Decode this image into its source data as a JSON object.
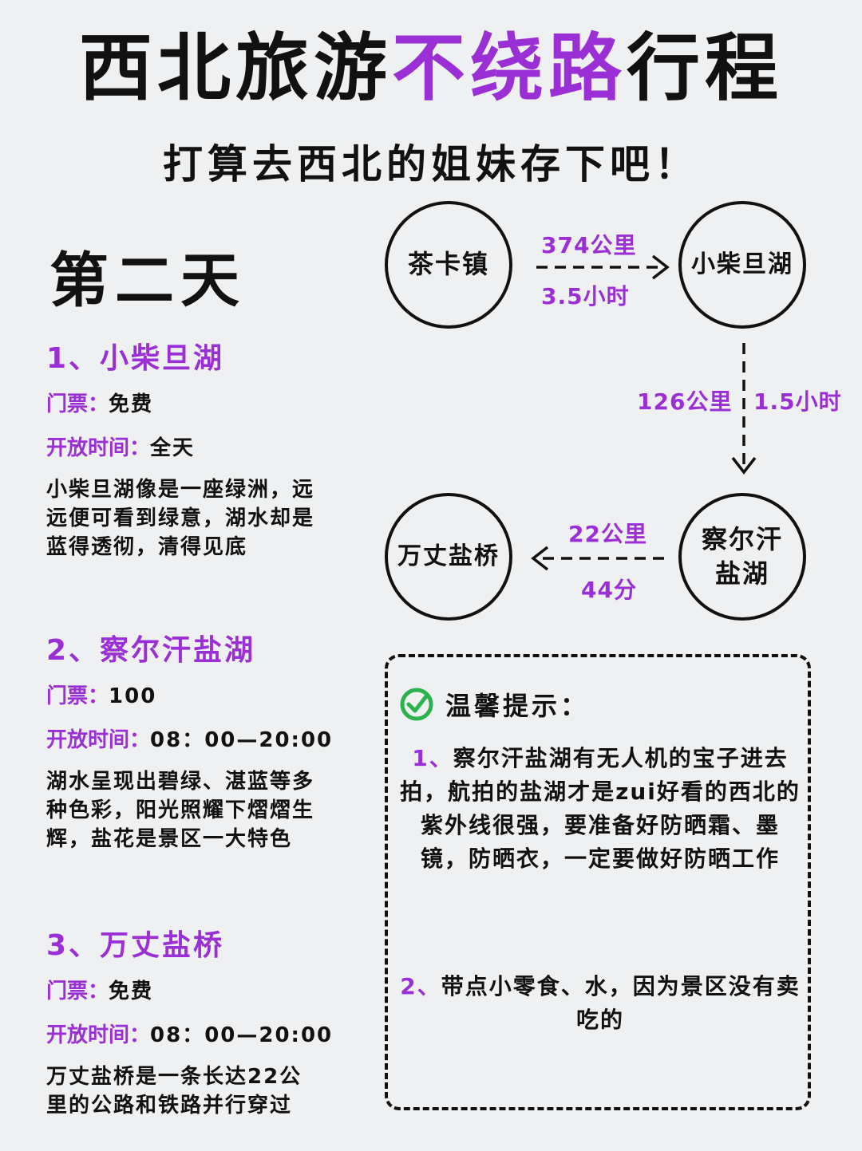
{
  "header": {
    "title_part1": "西北旅游",
    "title_accent": "不绕路",
    "title_part2": "行程",
    "subtitle": "打算去西北的姐妹存下吧！"
  },
  "day_title": "第二天",
  "spots": [
    {
      "name": "1、小柴旦湖",
      "ticket_label": "门票：",
      "ticket_value": "免费",
      "hours_label": "开放时间：",
      "hours_value": "全天",
      "description": "小柴旦湖像是一座绿洲，远远便可看到绿意，湖水却是蓝得透彻，清得见底"
    },
    {
      "name": "2、察尔汗盐湖",
      "ticket_label": "门票：",
      "ticket_value": "100",
      "hours_label": "开放时间：",
      "hours_value": "08：00—20:00",
      "description": "湖水呈现出碧绿、湛蓝等多种色彩，阳光照耀下熠熠生辉，盐花是景区一大特色"
    },
    {
      "name": "3、万丈盐桥",
      "ticket_label": "门票：",
      "ticket_value": "免费",
      "hours_label": "开放时间：",
      "hours_value": "08：00—20:00",
      "description": "万丈盐桥是一条长达22公里的公路和铁路并行穿过"
    }
  ],
  "route": {
    "nodes": [
      "茶卡镇",
      "小柴旦湖",
      "察尔汗盐湖",
      "万丈盐桥"
    ],
    "legs": [
      {
        "distance": "374公里",
        "time": "3.5小时"
      },
      {
        "distance": "126公里",
        "time": "1.5小时"
      },
      {
        "distance": "22公里",
        "time": "44分"
      }
    ]
  },
  "tips": {
    "icon": "check-circle-icon",
    "title": "温馨提示：",
    "items": [
      {
        "num": "1、",
        "text": "察尔汗盐湖有无人机的宝子进去拍，航拍的盐湖才是zui好看的西北的紫外线很强，要准备好防晒霜、墨镜，防晒衣，一定要做好防晒工作"
      },
      {
        "num": "2、",
        "text": "带点小零食、水，因为景区没有卖吃的"
      }
    ]
  },
  "colors": {
    "accent": "#9b2fd6",
    "background": "#eef0f1",
    "check": "#2bb24c"
  }
}
